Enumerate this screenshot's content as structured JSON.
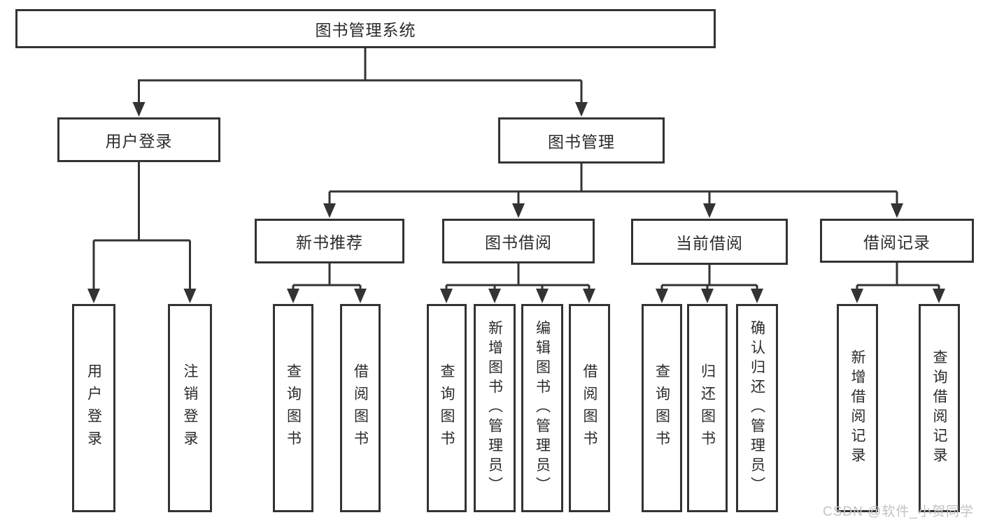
{
  "diagram": {
    "title": "图书管理系统",
    "watermark": "CSDN @软件_小贺同学",
    "colors": {
      "line": "#333333",
      "box_border": "#333333",
      "box_fill": "#ffffff",
      "text": "#2b2b2b",
      "watermark": "#c3c3c3"
    },
    "nodes": {
      "root": {
        "label": "图书管理系统"
      },
      "user_login": {
        "label": "用户登录"
      },
      "book_mgmt": {
        "label": "图书管理"
      },
      "new_book_rec": {
        "label": "新书推荐"
      },
      "book_borrow": {
        "label": "图书借阅"
      },
      "current_borrow": {
        "label": "当前借阅"
      },
      "borrow_records": {
        "label": "借阅记录"
      },
      "user_login_leaf": {
        "label": "用户登录"
      },
      "logout": {
        "label": "注销登录"
      },
      "query_book_1": {
        "label": "查询图书"
      },
      "borrow_book_1": {
        "label": "借阅图书"
      },
      "query_book_2": {
        "label": "查询图书"
      },
      "add_book": {
        "label": "新增图书（管理员）"
      },
      "edit_book": {
        "label": "编辑图书（管理员）"
      },
      "borrow_book_2": {
        "label": "借阅图书"
      },
      "query_book_3": {
        "label": "查询图书"
      },
      "return_book": {
        "label": "归还图书"
      },
      "confirm_return": {
        "label": "确认归还（管理员）"
      },
      "add_record": {
        "label": "新增借阅记录"
      },
      "query_record": {
        "label": "查询借阅记录"
      }
    },
    "edges": [
      {
        "from": "图书管理系统",
        "to": "用户登录"
      },
      {
        "from": "图书管理系统",
        "to": "图书管理"
      },
      {
        "from": "用户登录",
        "to": "用户登录"
      },
      {
        "from": "用户登录",
        "to": "注销登录"
      },
      {
        "from": "图书管理",
        "to": "新书推荐"
      },
      {
        "from": "图书管理",
        "to": "图书借阅"
      },
      {
        "from": "图书管理",
        "to": "当前借阅"
      },
      {
        "from": "图书管理",
        "to": "借阅记录"
      },
      {
        "from": "新书推荐",
        "to": "查询图书"
      },
      {
        "from": "新书推荐",
        "to": "借阅图书"
      },
      {
        "from": "图书借阅",
        "to": "查询图书"
      },
      {
        "from": "图书借阅",
        "to": "新增图书（管理员）"
      },
      {
        "from": "图书借阅",
        "to": "编辑图书（管理员）"
      },
      {
        "from": "图书借阅",
        "to": "借阅图书"
      },
      {
        "from": "当前借阅",
        "to": "查询图书"
      },
      {
        "from": "当前借阅",
        "to": "归还图书"
      },
      {
        "from": "当前借阅",
        "to": "确认归还（管理员）"
      },
      {
        "from": "借阅记录",
        "to": "新增借阅记录"
      },
      {
        "from": "借阅记录",
        "to": "查询借阅记录"
      }
    ]
  }
}
